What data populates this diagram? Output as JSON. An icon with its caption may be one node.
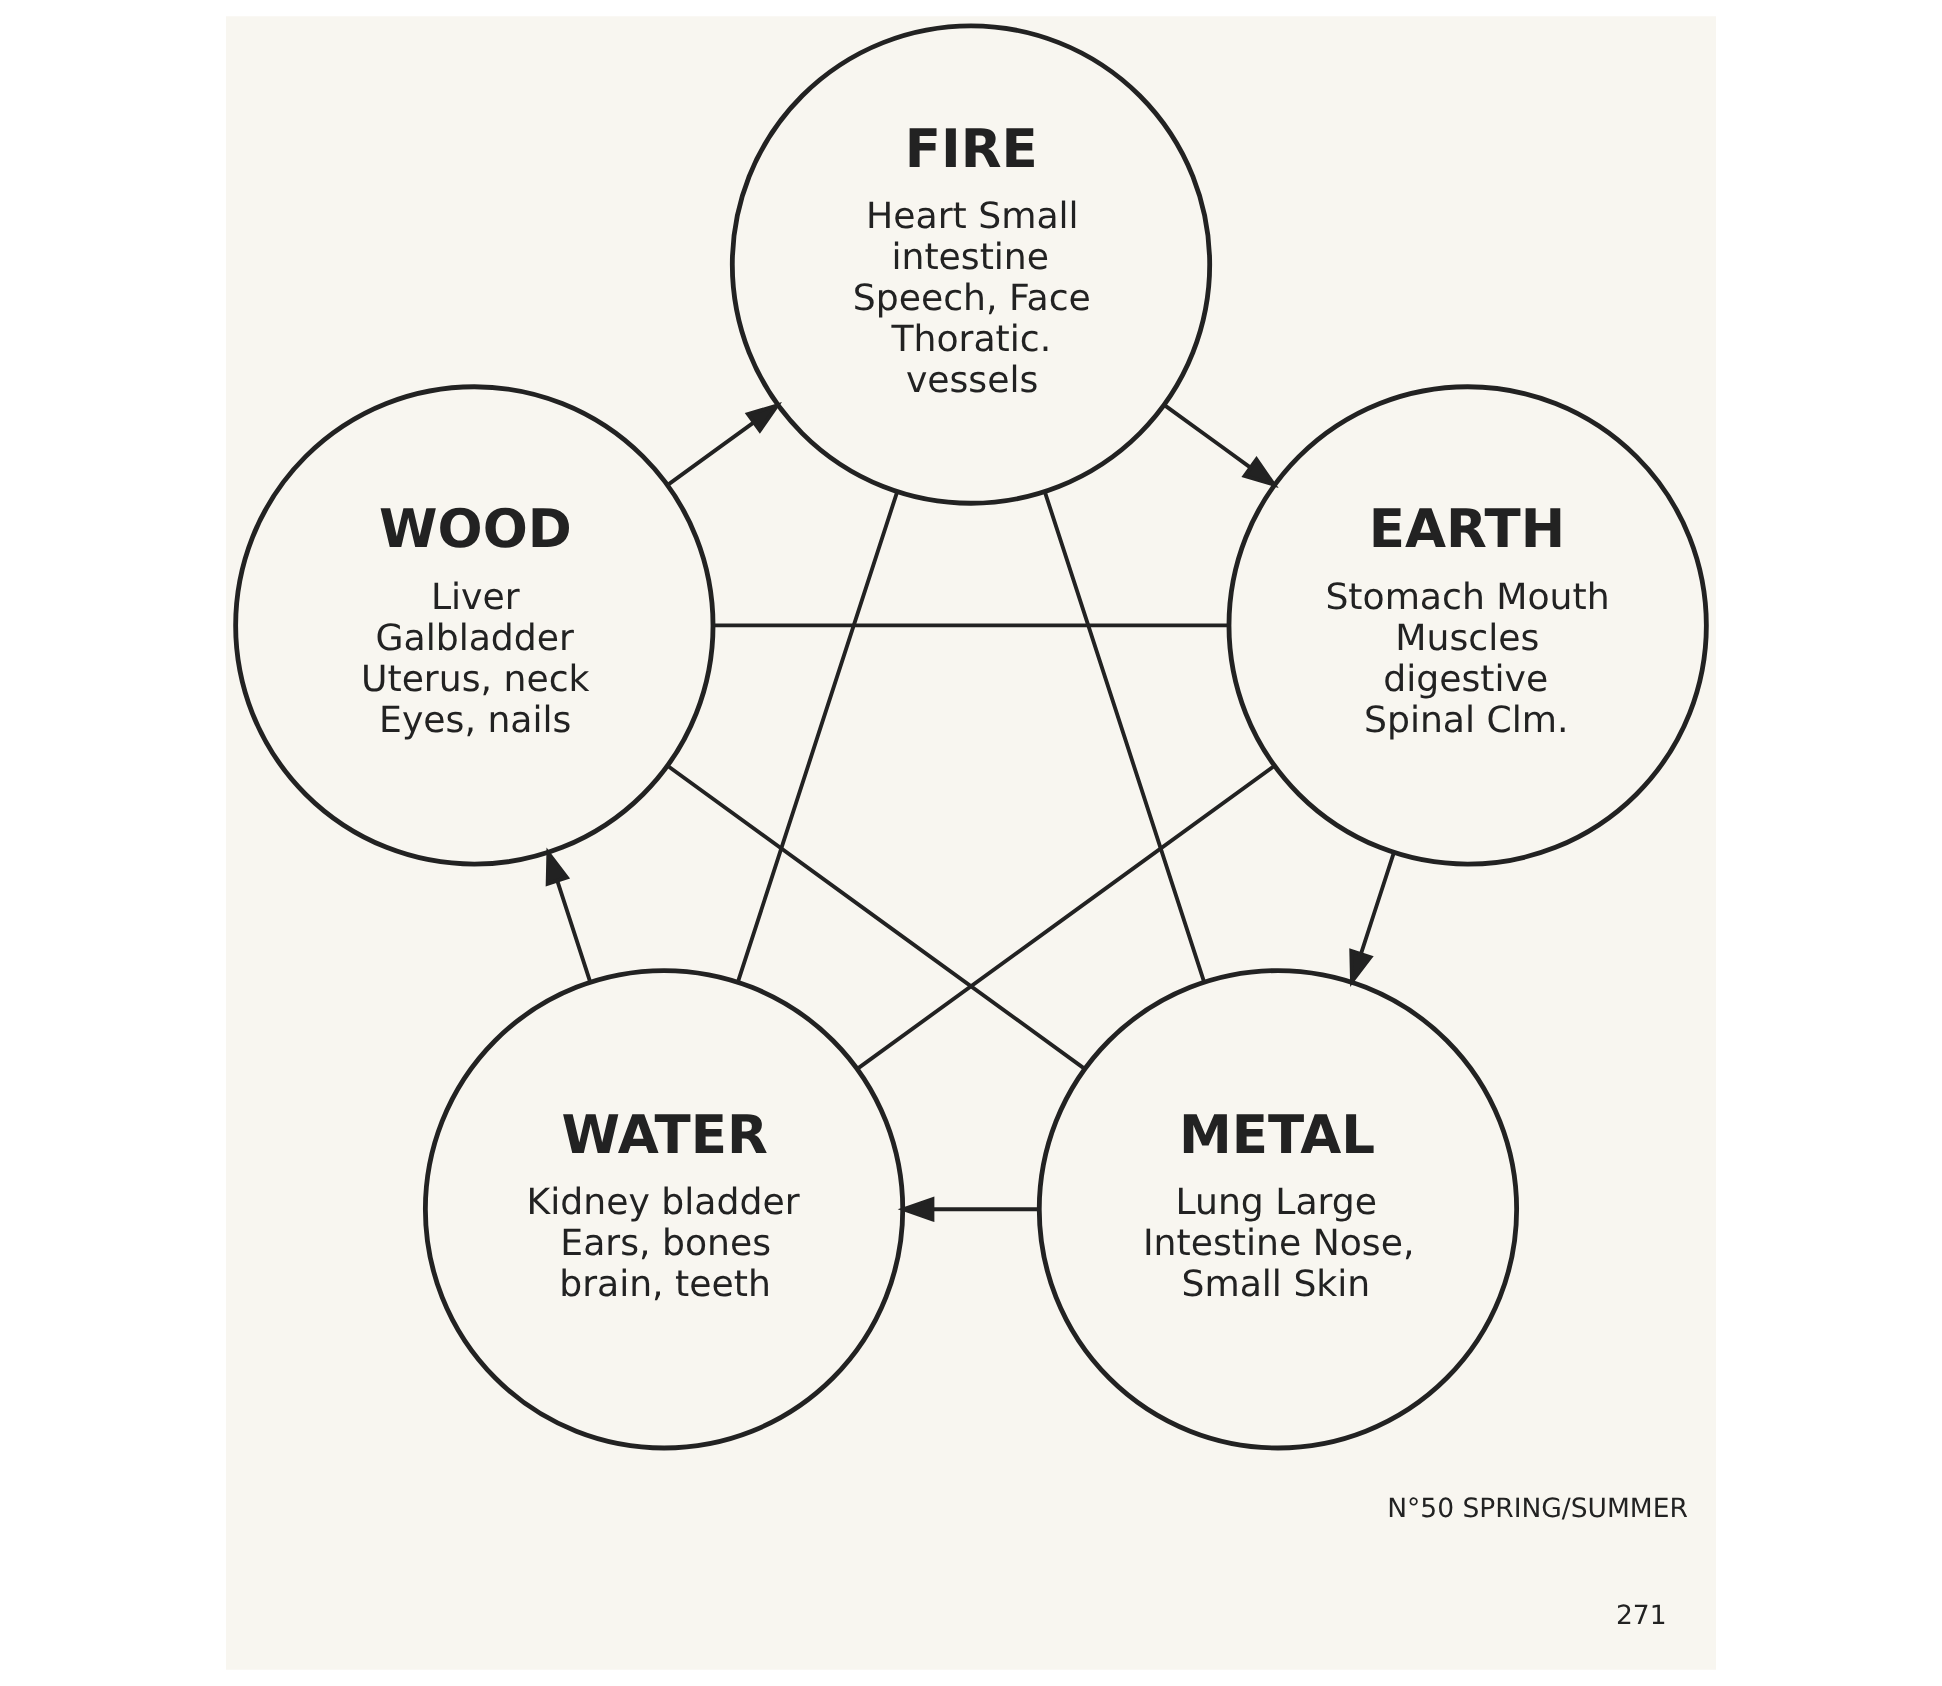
{
  "diagram": {
    "nodes": [
      {
        "text": [
          "FIRE",
          "Heart Small intestine Speech, Face Thoratic. vessels"
        ]
      },
      {
        "text": [
          "WOOD",
          "Liver Galbladder Uterus, neck Eyes, nails"
        ]
      },
      {
        "text": [
          "EARTH",
          "Stomach Mouth Muscles digestive Spinal Clm."
        ]
      },
      {
        "text": [
          "WATER",
          "Kidney bladder Ears, bones brain, teeth"
        ]
      },
      {
        "text": [
          "METAL",
          "Lung Large Intestine Nose, Small Skin"
        ]
      }
    ],
    "edges": [
      {
        "from": 1,
        "to": 0,
        "arrow": "to"
      },
      {
        "from": 0,
        "to": 2,
        "arrow": "to"
      },
      {
        "from": 2,
        "to": 4,
        "arrow": "to"
      },
      {
        "from": 4,
        "to": 3,
        "arrow": "to"
      },
      {
        "from": 3,
        "to": 1,
        "arrow": "to"
      },
      {
        "from": 0,
        "to": 3,
        "arrow": "none"
      },
      {
        "from": 0,
        "to": 4,
        "arrow": "none"
      },
      {
        "from": 1,
        "to": 2,
        "arrow": "none"
      },
      {
        "from": 1,
        "to": 4,
        "arrow": "none"
      },
      {
        "from": 2,
        "to": 3,
        "arrow": "none"
      }
    ],
    "labels": [
      "N°50 SPRING/SUMMER",
      "271"
    ]
  }
}
